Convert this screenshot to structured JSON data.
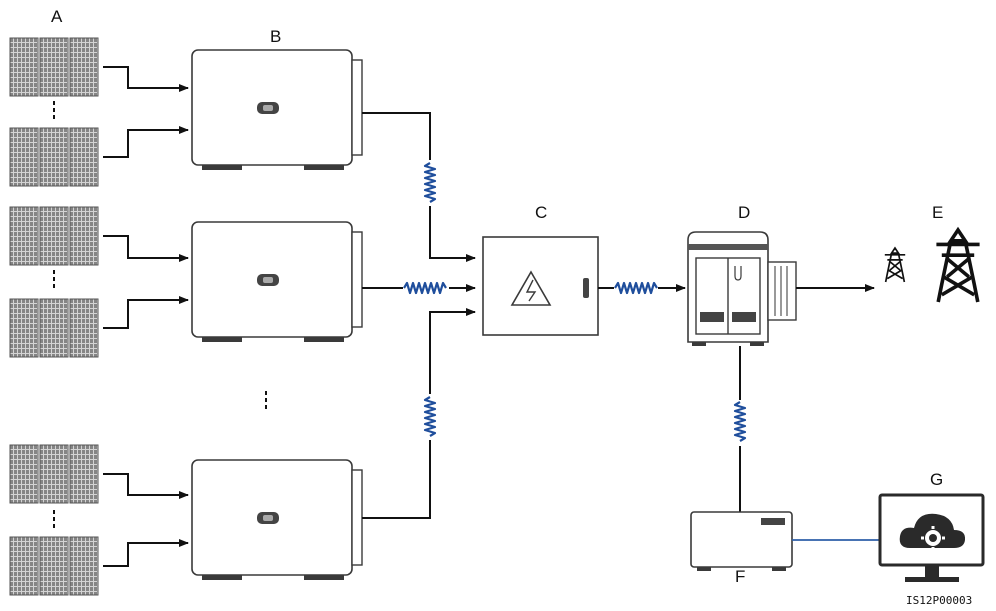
{
  "labels": {
    "a": "A",
    "b": "B",
    "c": "C",
    "d": "D",
    "e": "E",
    "f": "F",
    "g": "G"
  },
  "figure_code": "IS12P00003",
  "icons": {
    "pv_string": "pv-panel-icon",
    "inverter": "inverter-icon",
    "ac_combiner": "ac-combiner-box-icon",
    "transformer": "box-transformer-icon",
    "grid": "power-tower-icon",
    "smartlogger": "data-logger-icon",
    "management": "monitor-cloud-gear-icon"
  },
  "colors": {
    "line": "#111111",
    "plc_coil": "#1f4e9c",
    "comm_link": "#2e5fa8",
    "panel": "#8a8a8a",
    "device_fill": "#ffffff",
    "device_stroke": "#3a3a3a"
  }
}
